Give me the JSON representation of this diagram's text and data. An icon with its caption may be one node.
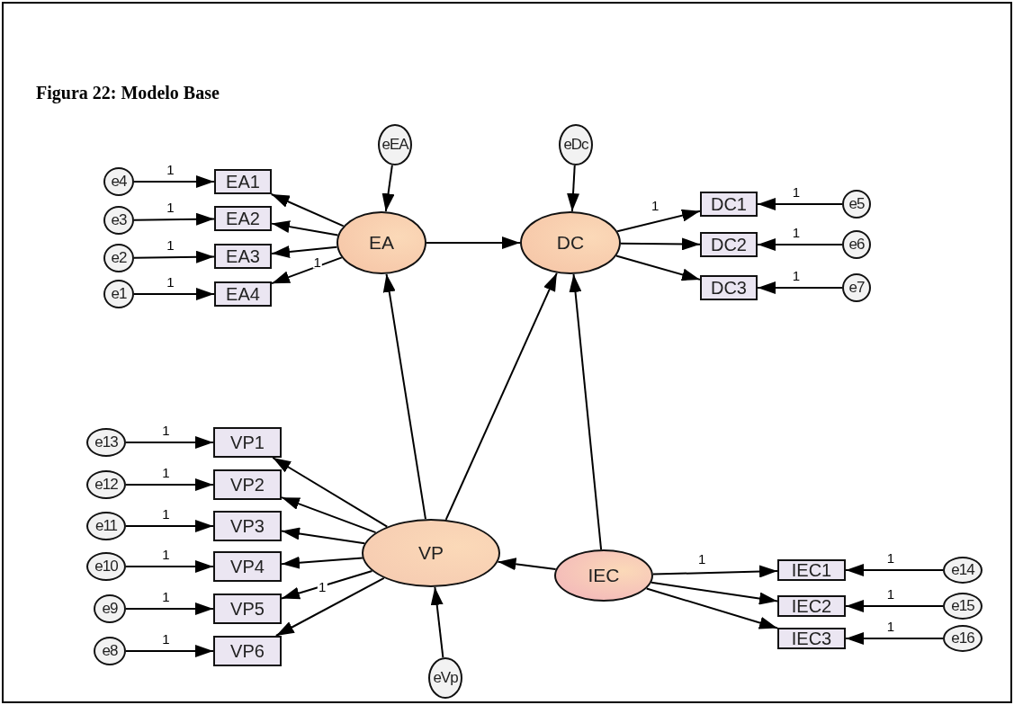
{
  "diagram": {
    "title": "Figura 22: Modelo Base",
    "nodes": [
      {
        "text": [
          "eEA"
        ]
      },
      {
        "text": [
          "eDc"
        ]
      },
      {
        "text": [
          "e4"
        ]
      },
      {
        "text": [
          "EA1"
        ]
      },
      {
        "text": [
          "e3"
        ]
      },
      {
        "text": [
          "EA2"
        ]
      },
      {
        "text": [
          "e2"
        ]
      },
      {
        "text": [
          "EA3"
        ]
      },
      {
        "text": [
          "e1"
        ]
      },
      {
        "text": [
          "EA4"
        ]
      },
      {
        "text": [
          "EA"
        ]
      },
      {
        "text": [
          "DC"
        ]
      },
      {
        "text": [
          "DC1"
        ]
      },
      {
        "text": [
          "e5"
        ]
      },
      {
        "text": [
          "DC2"
        ]
      },
      {
        "text": [
          "e6"
        ]
      },
      {
        "text": [
          "DC3"
        ]
      },
      {
        "text": [
          "e7"
        ]
      },
      {
        "text": [
          "e13"
        ]
      },
      {
        "text": [
          "VP1"
        ]
      },
      {
        "text": [
          "e12"
        ]
      },
      {
        "text": [
          "VP2"
        ]
      },
      {
        "text": [
          "e11"
        ]
      },
      {
        "text": [
          "VP3"
        ]
      },
      {
        "text": [
          "e10"
        ]
      },
      {
        "text": [
          "VP4"
        ]
      },
      {
        "text": [
          "VP"
        ]
      },
      {
        "text": [
          "e9"
        ]
      },
      {
        "text": [
          "VP5"
        ]
      },
      {
        "text": [
          "e8"
        ]
      },
      {
        "text": [
          "VP6"
        ]
      },
      {
        "text": [
          "IEC"
        ]
      },
      {
        "text": [
          "IEC1"
        ]
      },
      {
        "text": [
          "e14"
        ]
      },
      {
        "text": [
          "IEC2"
        ]
      },
      {
        "text": [
          "e15"
        ]
      },
      {
        "text": [
          "IEC3"
        ]
      },
      {
        "text": [
          "e16"
        ]
      },
      {
        "text": [
          "eVp"
        ]
      }
    ],
    "edges": [
      {
        "from": 0,
        "to": 10,
        "arrow": "to"
      },
      {
        "from": 1,
        "to": 11,
        "arrow": "to"
      },
      {
        "from": 2,
        "to": 3,
        "arrow": "to",
        "label": "1"
      },
      {
        "from": 4,
        "to": 5,
        "arrow": "to",
        "label": "1"
      },
      {
        "from": 6,
        "to": 7,
        "arrow": "to",
        "label": "1"
      },
      {
        "from": 8,
        "to": 9,
        "arrow": "to",
        "label": "1"
      },
      {
        "from": 10,
        "to": 3,
        "arrow": "to"
      },
      {
        "from": 10,
        "to": 5,
        "arrow": "to"
      },
      {
        "from": 10,
        "to": 7,
        "arrow": "to",
        "label": "1"
      },
      {
        "from": 10,
        "to": 9,
        "arrow": "to"
      },
      {
        "from": 10,
        "to": 11,
        "arrow": "to"
      },
      {
        "from": 11,
        "to": 12,
        "arrow": "to",
        "label": "1"
      },
      {
        "from": 11,
        "to": 14,
        "arrow": "to"
      },
      {
        "from": 11,
        "to": 16,
        "arrow": "to"
      },
      {
        "from": 13,
        "to": 12,
        "arrow": "to",
        "label": "1"
      },
      {
        "from": 15,
        "to": 14,
        "arrow": "to",
        "label": "1"
      },
      {
        "from": 17,
        "to": 16,
        "arrow": "to",
        "label": "1"
      },
      {
        "from": 18,
        "to": 19,
        "arrow": "to",
        "label": "1"
      },
      {
        "from": 20,
        "to": 21,
        "arrow": "to",
        "label": "1"
      },
      {
        "from": 22,
        "to": 23,
        "arrow": "to",
        "label": "1"
      },
      {
        "from": 24,
        "to": 25,
        "arrow": "to",
        "label": "1"
      },
      {
        "from": 27,
        "to": 28,
        "arrow": "to",
        "label": "1"
      },
      {
        "from": 29,
        "to": 30,
        "arrow": "to",
        "label": "1"
      },
      {
        "from": 26,
        "to": 19,
        "arrow": "to"
      },
      {
        "from": 26,
        "to": 21,
        "arrow": "to"
      },
      {
        "from": 26,
        "to": 23,
        "arrow": "to"
      },
      {
        "from": 26,
        "to": 25,
        "arrow": "to"
      },
      {
        "from": 26,
        "to": 28,
        "arrow": "to",
        "label": "1"
      },
      {
        "from": 26,
        "to": 30,
        "arrow": "to"
      },
      {
        "from": 26,
        "to": 10,
        "arrow": "to"
      },
      {
        "from": 26,
        "to": 11,
        "arrow": "to"
      },
      {
        "from": 38,
        "to": 26,
        "arrow": "to"
      },
      {
        "from": 31,
        "to": 26,
        "arrow": "to"
      },
      {
        "from": 31,
        "to": 11,
        "arrow": "to"
      },
      {
        "from": 31,
        "to": 32,
        "arrow": "to",
        "label": "1"
      },
      {
        "from": 31,
        "to": 34,
        "arrow": "to"
      },
      {
        "from": 31,
        "to": 36,
        "arrow": "to"
      },
      {
        "from": 33,
        "to": 32,
        "arrow": "to",
        "label": "1"
      },
      {
        "from": 35,
        "to": 34,
        "arrow": "to",
        "label": "1"
      },
      {
        "from": 37,
        "to": 36,
        "arrow": "to",
        "label": "1"
      }
    ]
  }
}
